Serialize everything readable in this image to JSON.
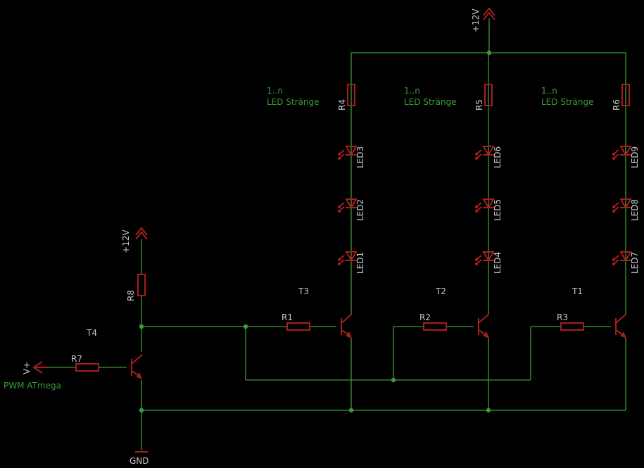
{
  "supply": {
    "label": "+12V"
  },
  "ground": {
    "label": "GND"
  },
  "input": {
    "label": "V+",
    "net_label": "PWM ATmega"
  },
  "strings": [
    {
      "resistor": "R4",
      "leds": [
        "LED3",
        "LED2",
        "LED1"
      ],
      "transistor": "T3",
      "base_resistor": "R1",
      "note_1": "1..n",
      "note_2": "LED Stränge"
    },
    {
      "resistor": "R5",
      "leds": [
        "LED6",
        "LED5",
        "LED4"
      ],
      "transistor": "T2",
      "base_resistor": "R2",
      "note_1": "1..n",
      "note_2": "LED Stränge"
    },
    {
      "resistor": "R6",
      "leds": [
        "LED9",
        "LED8",
        "LED7"
      ],
      "transistor": "T1",
      "base_resistor": "R3",
      "note_1": "1..n",
      "note_2": "LED Stränge"
    }
  ],
  "driver": {
    "transistor": "T4",
    "base_resistor": "R7",
    "collector_resistor": "R8"
  }
}
